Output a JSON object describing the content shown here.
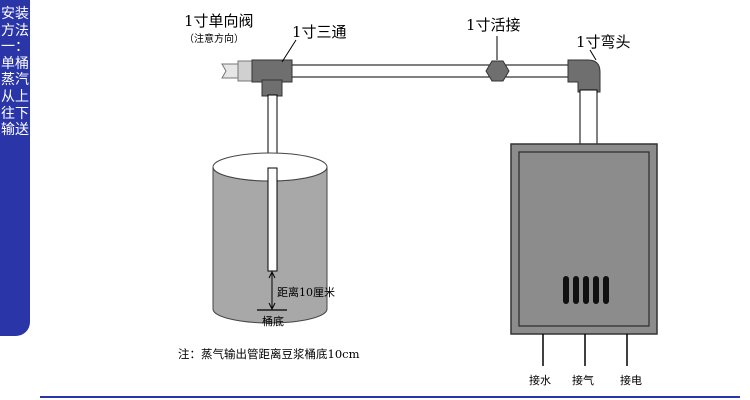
{
  "side_tab": {
    "title": "安装方法一：单桶蒸汽从上往下输送"
  },
  "labels": {
    "check_valve": "1寸单向阀",
    "check_valve_note": "（注意方向）",
    "tee": "1寸三通",
    "union": "1寸活接",
    "elbow": "1寸弯头",
    "distance": "距离10厘米",
    "bucket_bottom": "桶底",
    "note": "注：蒸气输出管距离豆浆桶底10cm"
  },
  "ports": [
    "接水",
    "接气",
    "接电"
  ],
  "colors": {
    "accent": "#2a36a8",
    "fitting": "#6f6f6f",
    "pipe_fill": "#ffffff",
    "boiler_fill": "#8c8c8c",
    "bucket_fill": "#a8a8a8"
  }
}
